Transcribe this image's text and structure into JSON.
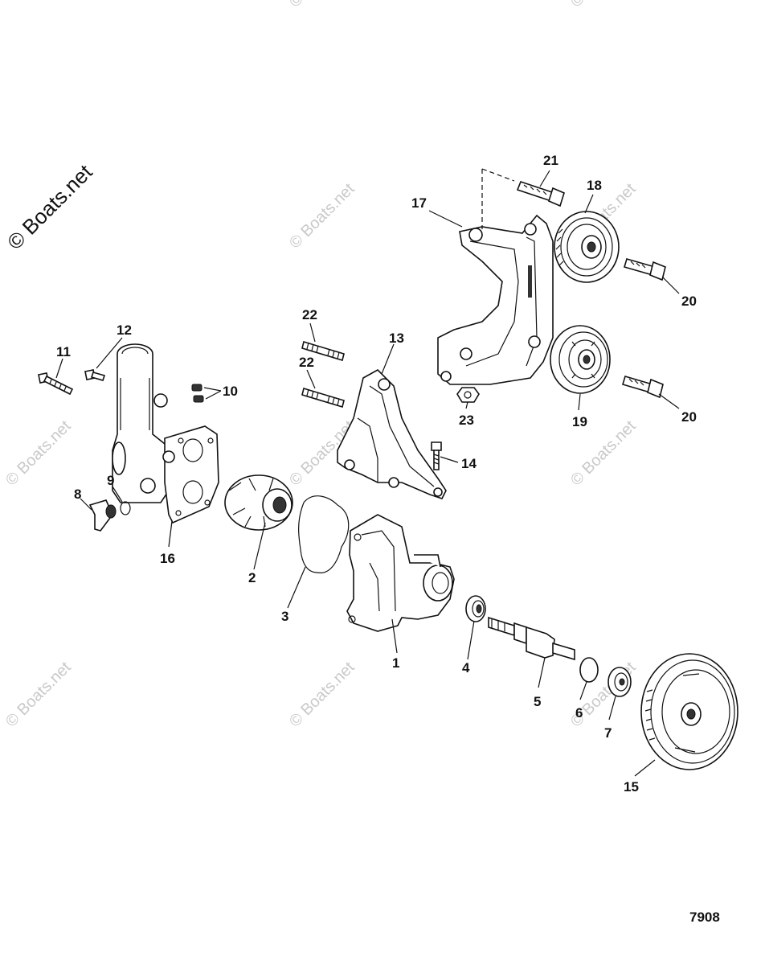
{
  "watermark": {
    "main": "© Boats.net",
    "repeat": "© Boats.net"
  },
  "figure_number": "7908",
  "callouts": [
    "21",
    "18",
    "17",
    "20",
    "22",
    "13",
    "22",
    "10",
    "12",
    "11",
    "23",
    "19",
    "20",
    "14",
    "9",
    "8",
    "16",
    "2",
    "3",
    "1",
    "4",
    "5",
    "6",
    "7",
    "15"
  ]
}
